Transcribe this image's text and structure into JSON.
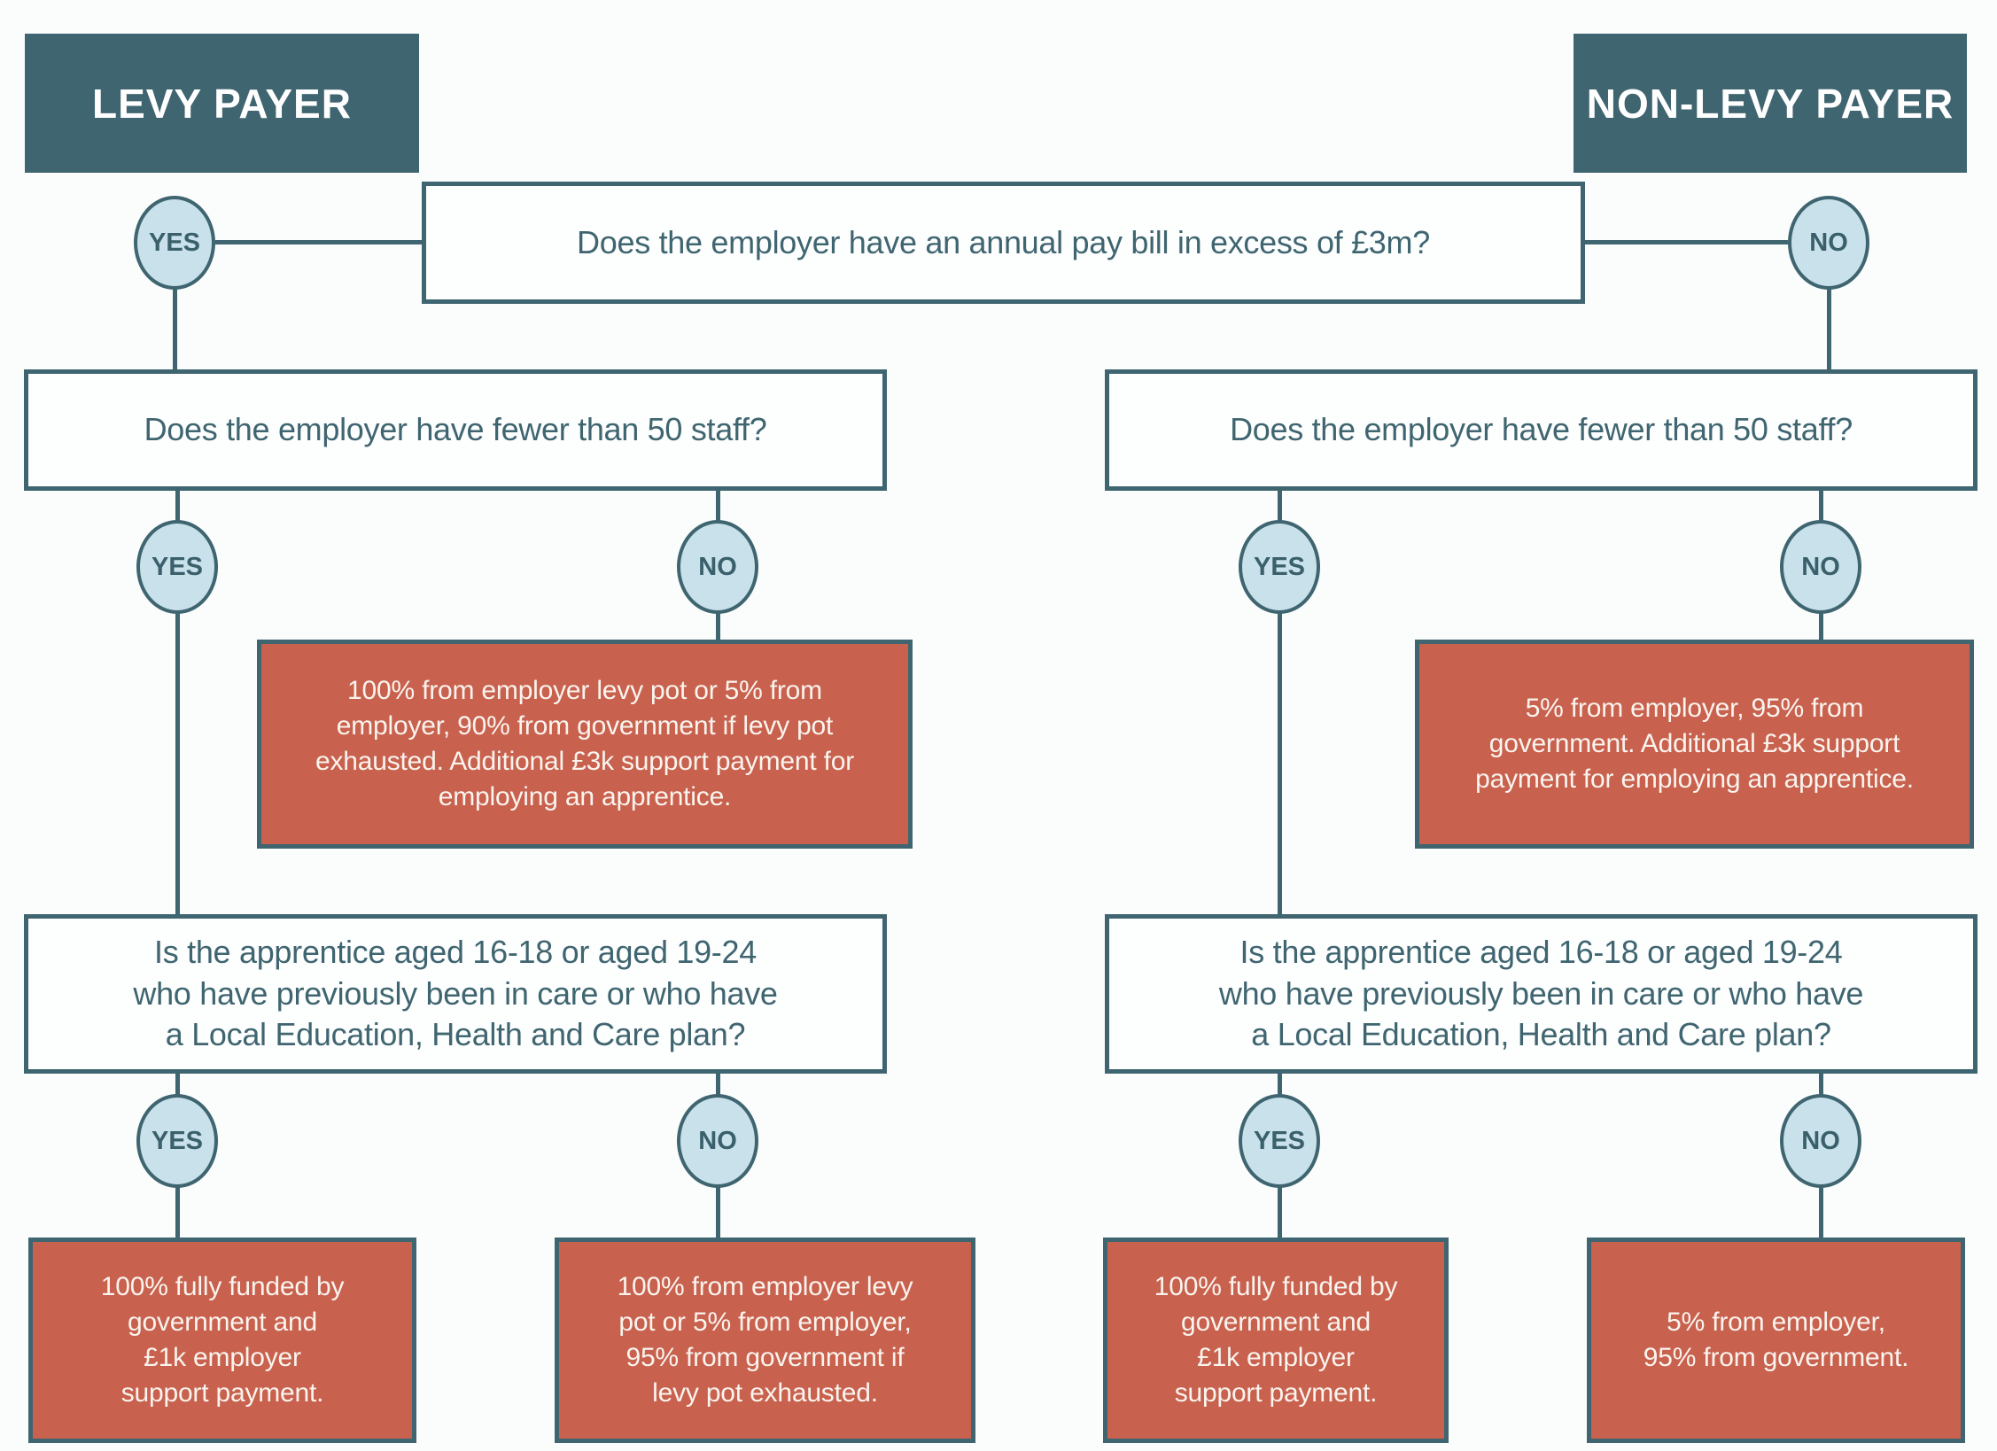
{
  "diagram": {
    "title_left": "LEVY PAYER",
    "title_right": "NON-LEVY PAYER",
    "colors": {
      "teal": "#3f6570",
      "circle_fill": "#c8e1eb",
      "outcome_red": "#c8614e",
      "background": "#fbfdfd",
      "box_text": "#3f6570",
      "outcome_text": "#faf4ee"
    },
    "labels": {
      "yes": "YES",
      "no": "NO"
    },
    "questions": {
      "pay_bill": "Does the employer have an annual pay bill in excess of £3m?",
      "staff": "Does the employer have fewer than 50 staff?",
      "age": "Is the apprentice aged 16-18 or aged 19-24\nwho have previously been in care or who have\na Local Education, Health and Care plan?"
    },
    "outcomes": {
      "levy_over50": "100% from employer levy pot or 5% from\nemployer, 90% from government if levy pot\nexhausted. Additional £3k support payment for\nemploying an apprentice.",
      "nonlevy_over50": "5% from employer, 95% from\ngovernment. Additional £3k support\npayment for employing an apprentice.",
      "fully_funded": "100% fully funded by\ngovernment and\n£1k employer\nsupport payment.",
      "levy_age_no": "100% from employer levy\npot or 5% from employer,\n95% from government if\nlevy pot exhausted.",
      "nonlevy_age_no": "5% from employer,\n95% from government."
    }
  }
}
